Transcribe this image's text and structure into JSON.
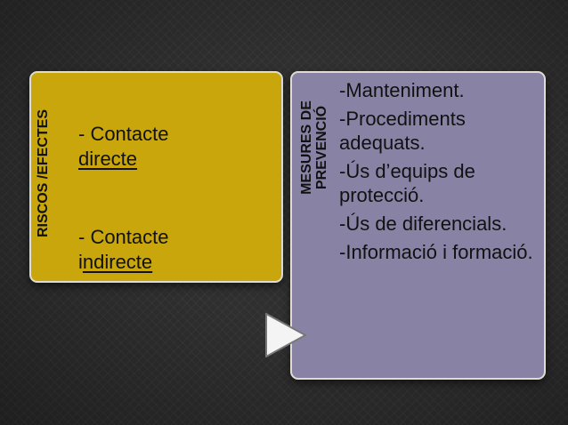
{
  "left_panel": {
    "heading": "RISCOS /EFECTES",
    "item1": {
      "dash": "- Contacte",
      "word": "directe"
    },
    "item2": {
      "dash": "- Contacte",
      "first_letter": "i",
      "rest": "ndirecte"
    },
    "color": "#c8a60c"
  },
  "right_panel": {
    "heading_line1": "MESURES DE",
    "heading_line2": "PREVENCIÓ",
    "items": [
      "-Manteniment.",
      "-Procediments adequats.",
      "-Ús d’equips de protecció.",
      "-Ús de diferencials.",
      "-Informació i formació."
    ],
    "color": "#8883a4"
  },
  "arrow_icon": "play-arrow-icon"
}
